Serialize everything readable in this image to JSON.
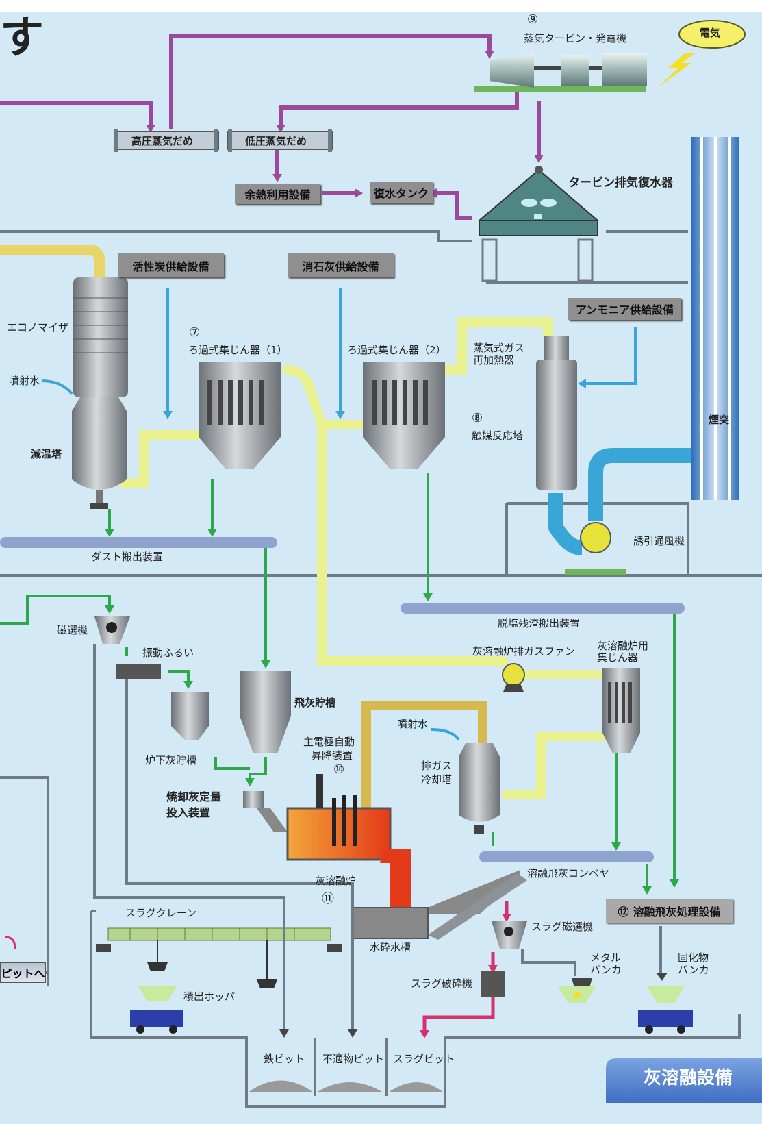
{
  "corner_glyph": "す",
  "power": {
    "num": "⑨",
    "label": "蒸気タービン・発電機",
    "electricity": "電気"
  },
  "steam": {
    "high": "高圧蒸気だめ",
    "low": "低圧蒸気だめ"
  },
  "waste_heat": "余熱利用設備",
  "condensate_tank": "復水タンク",
  "turbine_condenser": "タービン排気復水器",
  "activated_carbon": "活性炭供給設備",
  "slaked_lime": "消石灰供給設備",
  "ammonia": "アンモニア供給設備",
  "economizer": "エコノマイザ",
  "spray_water_1": "噴射水",
  "cooling_tower": "減温塔",
  "filter1": {
    "num": "⑦",
    "label": "ろ過式集じん器（1）"
  },
  "filter2": {
    "label": "ろ過式集じん器（2）"
  },
  "reheater": {
    "line1": "蒸気式ガス",
    "line2": "再加熱器"
  },
  "catalyst": {
    "num": "⑧",
    "label": "触媒反応塔"
  },
  "stack": "煙突",
  "induced_fan": "誘引通風機",
  "dust_conveyor": "ダスト搬出装置",
  "desalt_conveyor": "脱塩残渣搬出装置",
  "magnetic_sep": "磁選機",
  "vibrating_screen": "振動ふるい",
  "ash_melt_fan": "灰溶融炉排ガスファン",
  "ash_melt_collector": {
    "line1": "灰溶融炉用",
    "line2": "集じん器"
  },
  "fly_ash_tank": "飛灰貯槽",
  "bottom_ash_tank": "炉下灰貯槽",
  "electrode": {
    "line1": "主電極自動",
    "line2": "昇降装置",
    "num": "⑩"
  },
  "spray_water_2": "噴射水",
  "exhaust_cooler": {
    "line1": "排ガス",
    "line2": "冷却塔"
  },
  "ash_feeder": {
    "line1": "焼却灰定量",
    "line2": "投入装置"
  },
  "melting_furnace": {
    "label": "灰溶融炉",
    "num": "⑪"
  },
  "fly_ash_conveyor": "溶融飛灰コンベヤ",
  "slag_crane": "スラグクレーン",
  "slag_magnetic": "スラグ磁選機",
  "water_tank": "水砕水槽",
  "fly_ash_treatment": {
    "num": "⑫",
    "label": "溶融飛灰処理設備"
  },
  "metal_bunker": {
    "line1": "メタル",
    "line2": "バンカ"
  },
  "solid_bunker": {
    "line1": "固化物",
    "line2": "バンカ"
  },
  "slag_crusher": "スラグ破砕機",
  "loading_hopper": "積出ホッパ",
  "pit_exit": "ピットへ",
  "pits": [
    "鉄ピット",
    "不適物ピット",
    "スラグピット"
  ],
  "section_title": "灰溶融設備",
  "colors": {
    "steam": "#9b4a9b",
    "gas_hot": "#e8d56a",
    "gas_cool": "#e9f28f",
    "water": "#3aa6d8",
    "ash": "#2da84a",
    "slag": "#d6306e",
    "conveyor": "#8fa3cf",
    "building": "#6f7a82",
    "equipment": "#8a8f93"
  }
}
